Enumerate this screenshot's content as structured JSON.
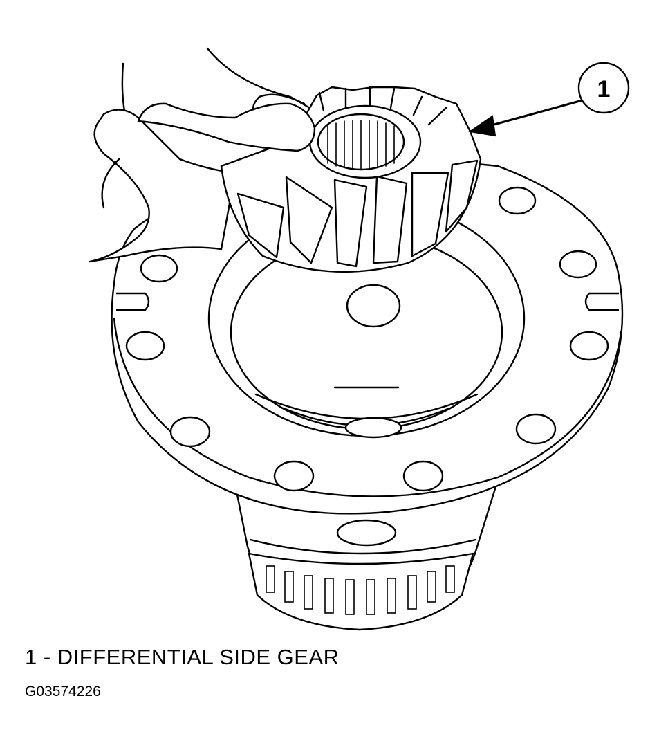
{
  "diagram": {
    "callout_number": "1",
    "legend": [
      {
        "number": "1",
        "separator": "-",
        "text": "DIFFERENTIAL SIDE GEAR",
        "full": "1 - DIFFERENTIAL SIDE GEAR"
      }
    ],
    "figure_id": "G03574226"
  }
}
